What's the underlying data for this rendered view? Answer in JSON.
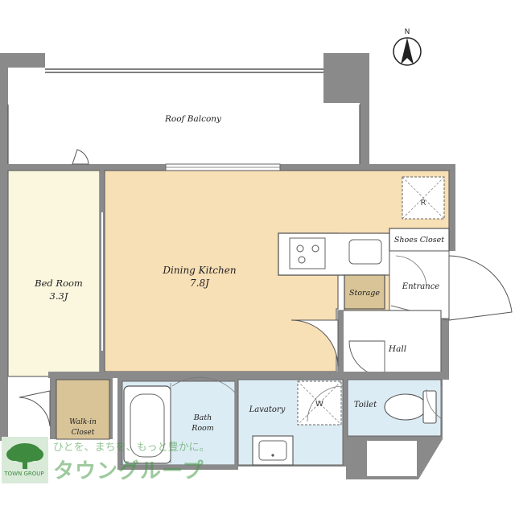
{
  "rooms": {
    "roof_balcony": "Roof Balcony",
    "bed_room": "Bed Room",
    "bed_room_size": "3.3J",
    "dining_kitchen": "Dining Kitchen",
    "dining_kitchen_size": "7.8J",
    "shoes_closet": "Shoes Closet",
    "entrance": "Entrance",
    "storage": "Storage",
    "hall": "Hall",
    "walk_in_closet_line1": "Walk-in",
    "walk_in_closet_line2": "Closet",
    "bath_room_line1": "Bath",
    "bath_room_line2": "Room",
    "lavatory": "Lavatory",
    "toilet": "Toilet"
  },
  "fixtures": {
    "refrigerator_mark": "R",
    "washer_mark": "W"
  },
  "compass": {
    "north_label": "N"
  },
  "watermark": {
    "slogan": "ひとを、まちを、もっと豊かに。",
    "brand_name": "タウングループ",
    "logo_text": "TOWN GROUP"
  },
  "colors": {
    "wall": "#8a8a8a",
    "bed_room_floor": "#fbf7df",
    "dining_floor": "#f7dfb6",
    "closet_floor": "#d8c497",
    "wet_area_floor": "#dcecf4",
    "watermark_green": "#3e8a3e"
  }
}
